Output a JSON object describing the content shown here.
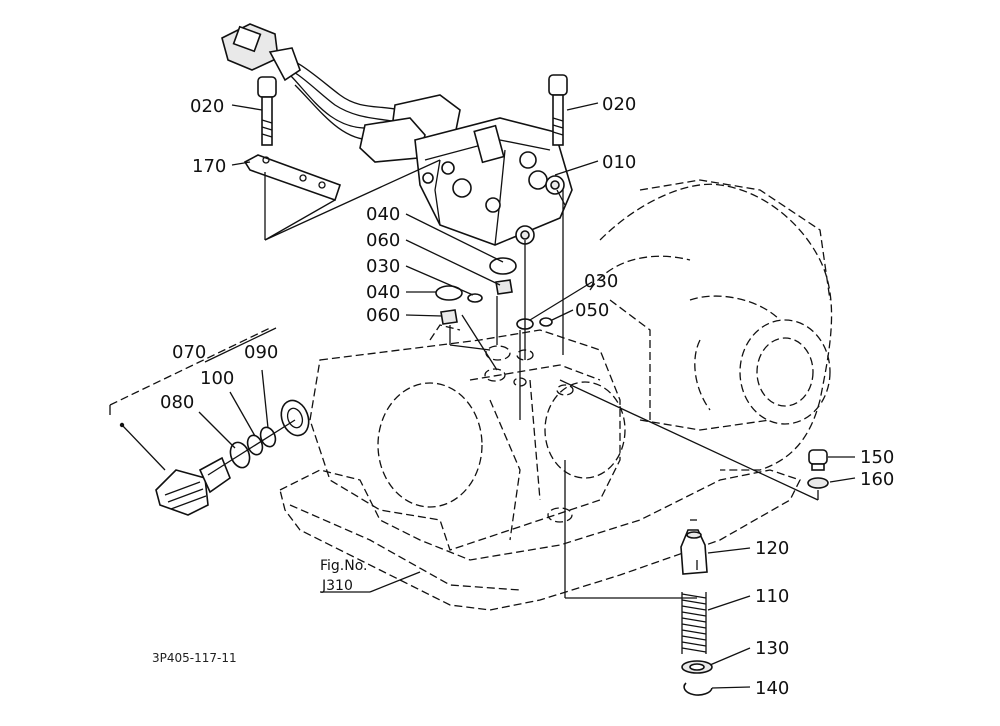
{
  "drawing_code": "3P405-117-11",
  "figure_ref": {
    "line1": "Fig.No.",
    "line2": "J310"
  },
  "callouts": {
    "p020a": "020",
    "p020b": "020",
    "p170": "170",
    "p010": "010",
    "p040a": "040",
    "p060a": "060",
    "p030a": "030",
    "p040b": "040",
    "p060b": "060",
    "p030b": "030",
    "p050": "050",
    "p070": "070",
    "p090": "090",
    "p100": "100",
    "p080": "080",
    "p150": "150",
    "p160": "160",
    "p120": "120",
    "p110": "110",
    "p130": "130",
    "p140": "140"
  }
}
